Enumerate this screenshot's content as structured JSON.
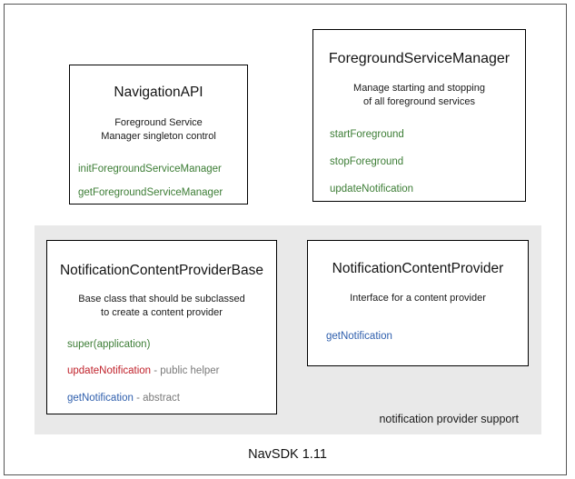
{
  "diagram": {
    "title": "NavSDK 1.11",
    "group_panel": {
      "label": "notification provider support"
    },
    "colors": {
      "method_green": "#3c7d35",
      "method_red": "#c0222b",
      "method_blue": "#2f5fad",
      "note_gray": "#7a7a7a",
      "panel_background": "#e9e9e9",
      "box_border": "#000000",
      "frame_border": "#555555"
    },
    "boxes": [
      {
        "id": "navigation-api",
        "title": "NavigationAPI",
        "description": "Foreground Service\nManager singleton control",
        "members": [
          {
            "name": "initForegroundServiceManager",
            "color": "green",
            "note": ""
          },
          {
            "name": "getForegroundServiceManager",
            "color": "green",
            "note": ""
          }
        ]
      },
      {
        "id": "foreground-service-manager",
        "title": "ForegroundServiceManager",
        "description": "Manage starting and stopping\nof all foreground services",
        "members": [
          {
            "name": "startForeground",
            "color": "green",
            "note": ""
          },
          {
            "name": "stopForeground",
            "color": "green",
            "note": ""
          },
          {
            "name": "updateNotification",
            "color": "green",
            "note": ""
          }
        ]
      },
      {
        "id": "notification-content-provider-base",
        "title": "NotificationContentProviderBase",
        "description": "Base class that should be subclassed\nto create a content provider",
        "members": [
          {
            "name": "super(application)",
            "color": "green",
            "note": ""
          },
          {
            "name": "updateNotification",
            "color": "red",
            "note": " - public helper"
          },
          {
            "name": "getNotification",
            "color": "blue",
            "note": " - abstract"
          }
        ]
      },
      {
        "id": "notification-content-provider",
        "title": "NotificationContentProvider",
        "description": "Interface for a content provider",
        "members": [
          {
            "name": "getNotification",
            "color": "blue",
            "note": ""
          }
        ]
      }
    ]
  }
}
